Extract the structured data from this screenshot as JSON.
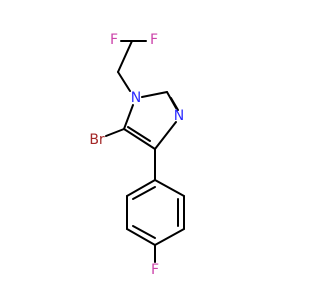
{
  "molecule": {
    "colors": {
      "bond": "#000000",
      "F": "#cc44aa",
      "N": "#2b2bff",
      "Br": "#a42828"
    },
    "atoms": [
      {
        "id": "f1",
        "label": "F"
      },
      {
        "id": "f2",
        "label": "F"
      },
      {
        "id": "n1",
        "label": "N"
      },
      {
        "id": "n3",
        "label": "N"
      },
      {
        "id": "br",
        "label": "Br"
      },
      {
        "id": "f3",
        "label": "F"
      }
    ]
  }
}
